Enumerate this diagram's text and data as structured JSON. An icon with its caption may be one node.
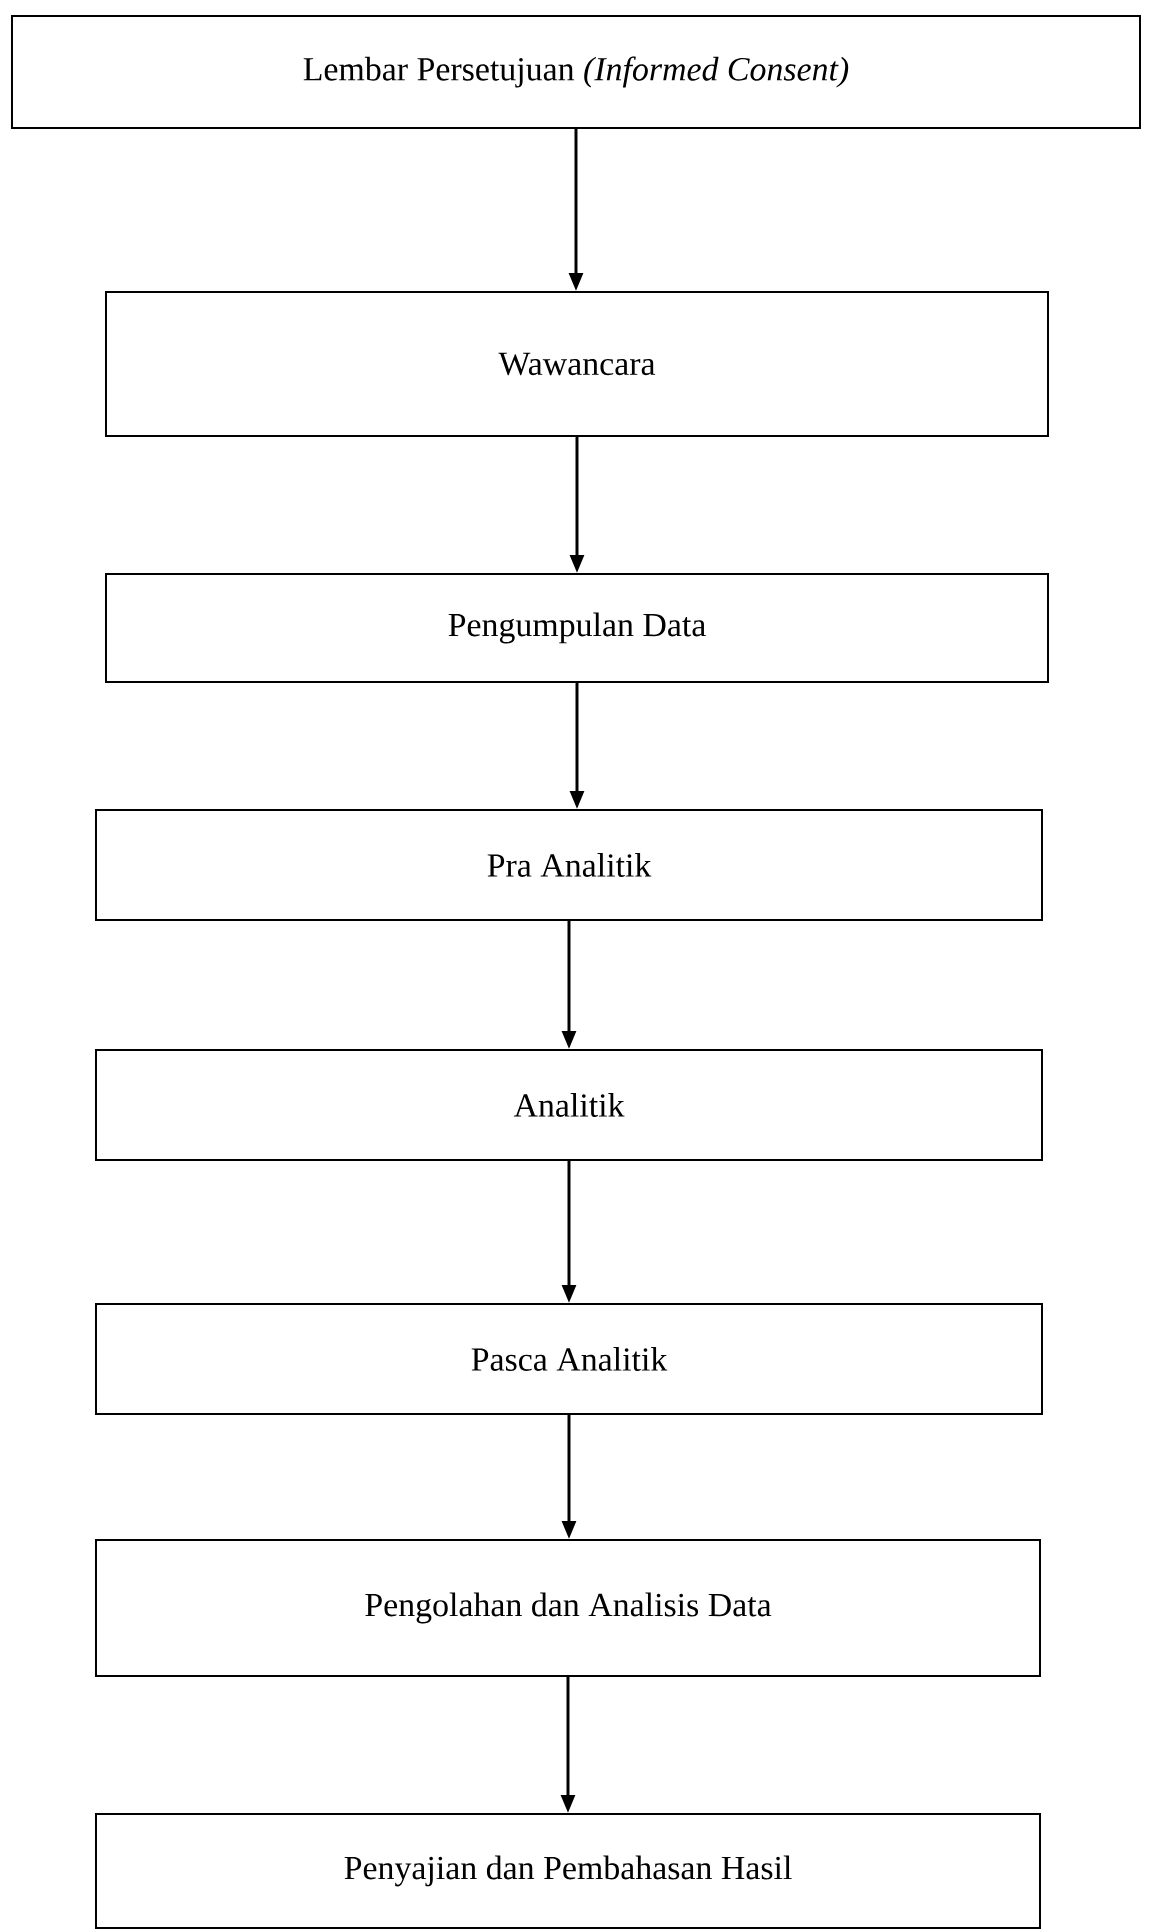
{
  "diagram": {
    "nodes": [
      {
        "text": [
          "Lembar Persetujuan *(Informed Consent)*"
        ]
      },
      {
        "text": [
          "Wawancara"
        ]
      },
      {
        "text": [
          "Pengumpulan Data"
        ]
      },
      {
        "text": [
          "Pra Analitik"
        ]
      },
      {
        "text": [
          "Analitik"
        ]
      },
      {
        "text": [
          "Pasca Analitik"
        ]
      },
      {
        "text": [
          "Pengolahan dan Analisis Data"
        ]
      },
      {
        "text": [
          "Penyajian dan Pembahasan Hasil"
        ]
      }
    ],
    "edges": [
      {
        "from": 0,
        "to": 1,
        "arrow": "to"
      },
      {
        "from": 1,
        "to": 2,
        "arrow": "to"
      },
      {
        "from": 2,
        "to": 3,
        "arrow": "to"
      },
      {
        "from": 3,
        "to": 4,
        "arrow": "to"
      },
      {
        "from": 4,
        "to": 5,
        "arrow": "to"
      },
      {
        "from": 5,
        "to": 6,
        "arrow": "to"
      },
      {
        "from": 6,
        "to": 7,
        "arrow": "to"
      }
    ]
  }
}
